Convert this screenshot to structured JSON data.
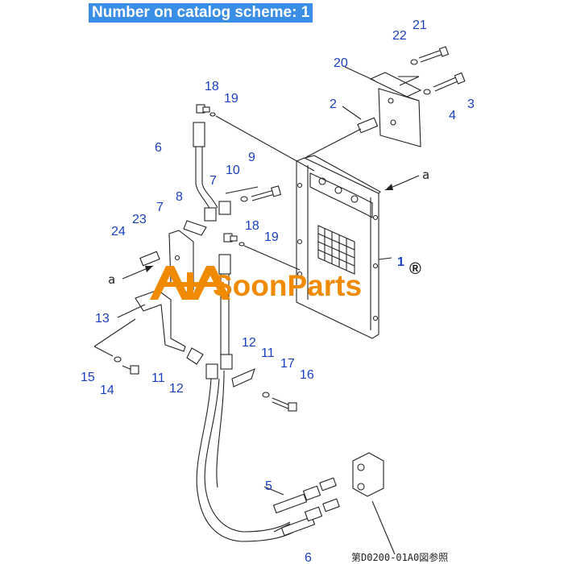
{
  "banner": {
    "text": "Number on catalog scheme: 1"
  },
  "logo": {
    "text": "SoonParts",
    "registered": "®",
    "color": "#f08a00"
  },
  "reference_note": "第D0200-01A0図参照",
  "view_markers": [
    "a",
    "a"
  ],
  "part_numbers": {
    "p1": "1",
    "p2": "2",
    "p3": "3",
    "p4": "4",
    "p5": "5",
    "p6a": "6",
    "p6b": "6",
    "p7a": "7",
    "p7b": "7",
    "p8": "8",
    "p9": "9",
    "p10": "10",
    "p11a": "11",
    "p11b": "11",
    "p12a": "12",
    "p12b": "12",
    "p13": "13",
    "p14": "14",
    "p15": "15",
    "p16": "16",
    "p17": "17",
    "p18a": "18",
    "p18b": "18",
    "p19a": "19",
    "p19b": "19",
    "p20": "20",
    "p21": "21",
    "p22": "22",
    "p23": "23",
    "p24": "24"
  },
  "colors": {
    "banner_bg": "#3a8ee6",
    "label": "#1a3fbf",
    "line": "#222222"
  }
}
